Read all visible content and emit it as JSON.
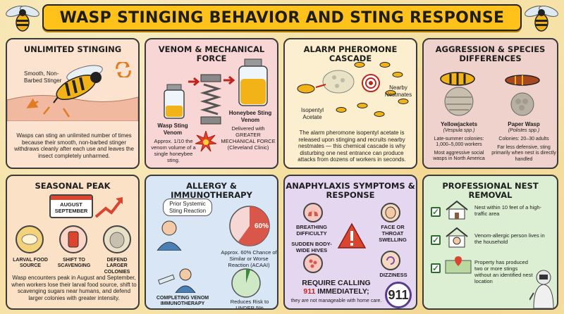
{
  "title": "WASP STINGING BEHAVIOR AND STING RESPONSE",
  "panels": {
    "unlimited": {
      "title": "UNLIMITED STINGING",
      "stinger_label": "Smooth, Non-Barbed Stinger",
      "body": "Wasps can sting an unlimited number of times because their smooth, non-barbed stinger withdraws cleanly after each use and leaves the insect completely unharmed."
    },
    "venom": {
      "title": "VENOM & MECHANICAL FORCE",
      "wasp_label": "Wasp Sting Venom",
      "wasp_desc": "Approx. 1/10 the venom volume of a single honeybee sting.",
      "bee_label": "Honeybee Sting Venom",
      "bee_desc": "Delivered with GREATER MECHANICAL FORCE (Cleveland Clinic)"
    },
    "alarm": {
      "title": "ALARM PHEROMONE CASCADE",
      "nestmates_label": "Nearby Nestmates",
      "chem_label": "Isopentyl Acetate",
      "body": "The alarm pheromone isopentyl acetate is released upon stinging and recruits nearby nestmates — this chemical cascade is why disturbing one nest entrance can produce attacks from dozens of workers in seconds."
    },
    "aggression": {
      "title": "AGGRESSION & SPECIES DIFFERENCES",
      "yj_name": "Yellowjackets",
      "yj_sci": "(Vespula spp.)",
      "yj_col": "Late-summer colonies: 1,000–5,000 workers",
      "yj_note": "Most aggressive social wasps in North America",
      "pw_name": "Paper Wasp",
      "pw_sci": "(Polistes spp.)",
      "pw_col": "Colonies: 20–30 adults",
      "pw_note": "Far less defensive, sting primarily when nest is directly handled"
    },
    "seasonal": {
      "title": "SEASONAL PEAK",
      "cal_top": "AUGUST",
      "cal_bottom": "SEPTEMBER",
      "steps": [
        "LARVAL FOOD SOURCE",
        "SHIFT TO SCAVENGING",
        "DEFEND LARGER COLONIES"
      ],
      "body": "Wasp encounters peak in August and September, when workers lose their larval food source, shift to scavenging sugars near humans, and defend larger colonies with greater intensity."
    },
    "allergy": {
      "title": "ALLERGY & IMMUNOTHERAPY",
      "prior_label": "Prior Systemic Sting Reaction",
      "pie1_pct": "60%",
      "pie1_value": 0.6,
      "pie1_desc": "Approx. 60% Chance of Similar or Worse Reaction (ACAAI)",
      "complete_label": "COMPLETING VENOM IMMUNOTHERAPY",
      "pie2_value": 0.05,
      "pie2_desc": "Reduces Risk to UNDER 5%"
    },
    "anaphylaxis": {
      "title": "ANAPHYLAXIS SYMPTOMS & RESPONSE",
      "symptoms": [
        "BREATHING DIFFICULTY",
        "FACE OR THROAT SWELLING",
        "SUDDEN BODY-WIDE HIVES",
        "DIZZINESS"
      ],
      "call_line1": "REQUIRE CALLING",
      "call_line2_num": "911",
      "call_line2_rest": " IMMEDIATELY;",
      "call_note": "they are not manageable with home care.",
      "badge": "911"
    },
    "removal": {
      "title": "PROFESSIONAL NEST REMOVAL",
      "items": [
        "Nest within 10 feet of a high-traffic area",
        "Venom-allergic person lives in the household",
        "Property has produced two or more stings without an identified nest location"
      ]
    }
  },
  "colors": {
    "title_bg": "#ffc21a",
    "alert_red": "#c0241b",
    "wasp_yellow": "#f2b318"
  }
}
